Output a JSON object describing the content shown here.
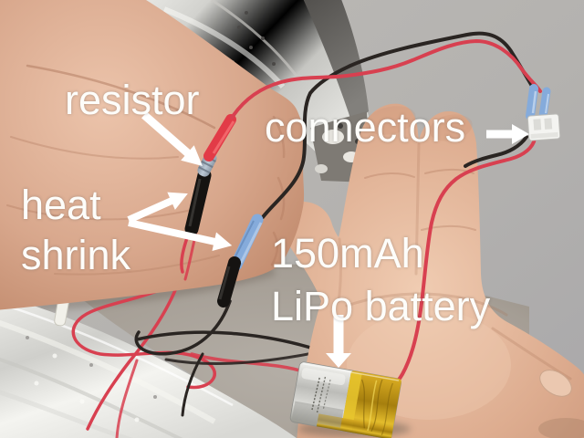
{
  "annotations": {
    "resistor": {
      "label": "resistor"
    },
    "connectors": {
      "label": "connectors"
    },
    "heat_shrink": {
      "line1": "heat",
      "line2": "shrink"
    },
    "battery": {
      "line1": "150mAh",
      "line2": "LiPo battery"
    }
  },
  "graphics": {
    "arrows": {
      "resistor_arrow": "arrow-down-right",
      "connectors_arrow": "arrow-right",
      "heat_shrink_arrow_upper": "arrow-up-right",
      "heat_shrink_arrow_lower": "arrow-down-right",
      "battery_arrow": "arrow-down"
    }
  },
  "colors": {
    "background": "#b4b2af",
    "annotation_text": "#fdfdfa",
    "arrow": "#ffffff",
    "wire_red": "#d84050",
    "wire_dark": "#2a2522",
    "heat_shrink_red": "#e23b47",
    "heat_shrink_black": "#151311",
    "heat_shrink_blue": "#85abdb",
    "resistor_body": "#a9b6c3",
    "connector_white": "#f4f4f1",
    "battery_silver": "#c6c6c2",
    "battery_gold": "#c79c1d",
    "foil_silver": "#e6e6e2",
    "ring_inner": "#a59e95",
    "skin_light": "#ecc4ab",
    "skin_mid": "#d2a084"
  }
}
